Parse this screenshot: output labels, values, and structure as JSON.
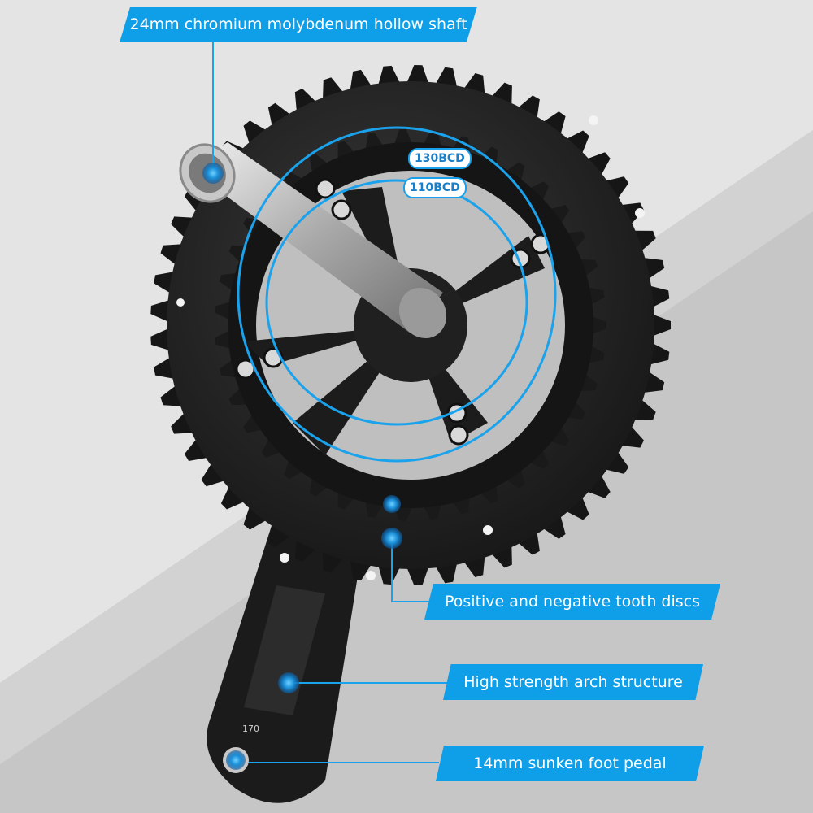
{
  "labels": {
    "shaft": "24mm chromium molybdenum hollow shaft",
    "tooth_discs": "Positive and negative tooth discs",
    "arch": "High strength arch structure",
    "pedal": "14mm sunken foot pedal"
  },
  "bcd": {
    "outer": "130BCD",
    "inner": "110BCD"
  },
  "crank_length": "170",
  "colors": {
    "accent": "#0f9ee8",
    "background_light": "#ececec",
    "background_dark": "#bdbdbd",
    "crank": "#1b1b1b"
  }
}
